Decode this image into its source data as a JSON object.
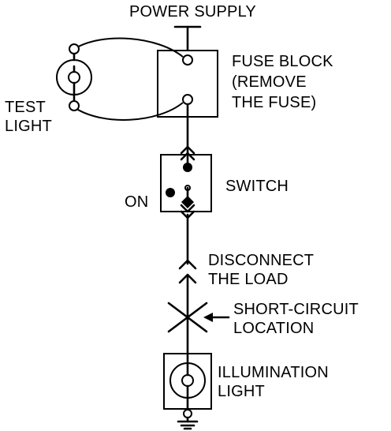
{
  "labels": {
    "power_supply": "POWER SUPPLY",
    "fuse_block": [
      "FUSE BLOCK",
      "(REMOVE",
      "THE FUSE)"
    ],
    "test_light": [
      "TEST",
      "LIGHT"
    ],
    "switch": "SWITCH",
    "on": "ON",
    "disconnect_load": [
      "DISCONNECT",
      "THE LOAD"
    ],
    "short_circuit": [
      "SHORT-CIRCUIT",
      "LOCATION"
    ],
    "illumination_light": [
      "ILLUMINATION",
      "LIGHT"
    ]
  },
  "icons": {
    "test_light": "lamp-icon",
    "illumination_light": "lamp-icon",
    "ground": "ground-icon",
    "short_circuit": "x-mark-icon",
    "arrow": "arrow-left-icon"
  },
  "colors": {
    "ink": "#000000",
    "paper": "#ffffff"
  }
}
